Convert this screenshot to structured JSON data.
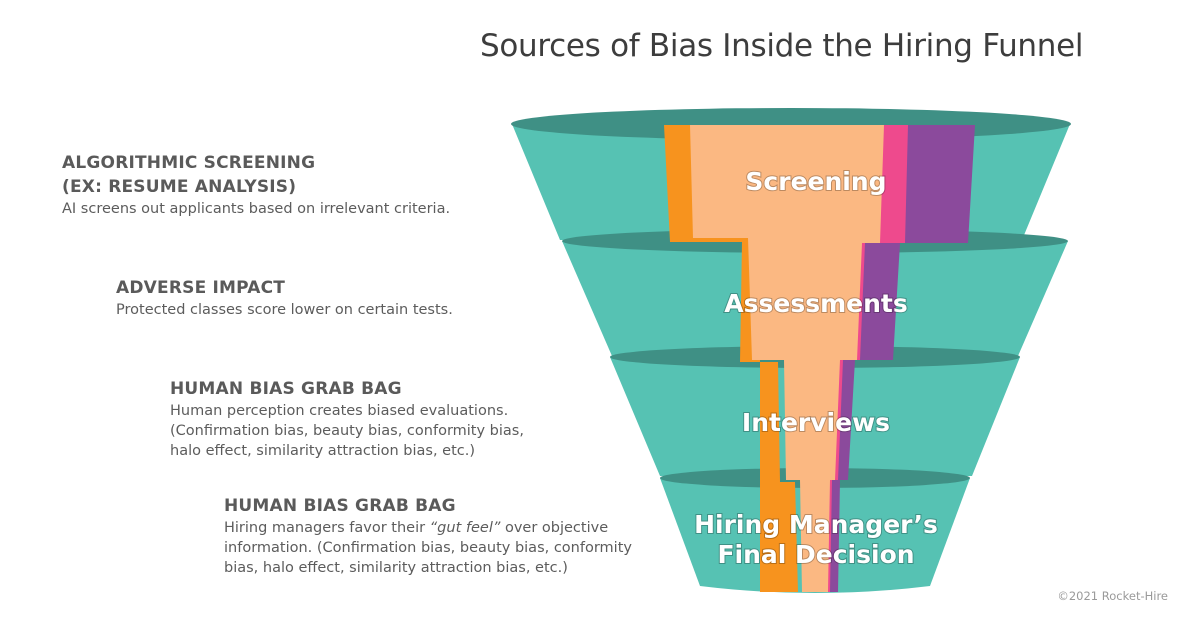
{
  "title": "Sources of Bias Inside the Hiring Funnel",
  "stages": [
    {
      "label": "Screening"
    },
    {
      "label": "Assessments"
    },
    {
      "label": "Interviews"
    },
    {
      "label_line1": "Hiring Manager’s",
      "label_line2": "Final Decision"
    }
  ],
  "annotations": [
    {
      "heading_line1": "ALGORITHMIC SCREENING",
      "heading_line2": "(EX: RESUME ANALYSIS)",
      "body": "AI screens out applicants based on irrelevant criteria."
    },
    {
      "heading": "ADVERSE IMPACT",
      "body": "Protected classes score lower on certain tests."
    },
    {
      "heading": "HUMAN BIAS GRAB BAG",
      "body_line1": "Human perception creates biased evaluations.",
      "body_line2": "(Confirmation bias, beauty bias, conformity bias,",
      "body_line3": "halo effect, similarity attraction bias, etc.)"
    },
    {
      "heading": "HUMAN BIAS GRAB BAG",
      "body_line1_pre": "Hiring managers favor their ",
      "body_line1_em": "“gut feel”",
      "body_line1_post": " over objective",
      "body_line2": "information. (Confirmation bias, beauty bias, conformity",
      "body_line3": "bias, halo effect, similarity attraction bias, etc.)"
    }
  ],
  "copyright": "©2021 Rocket-Hire",
  "colors": {
    "teal": "#56c2b3",
    "teal_dark": "#3f9085",
    "peach": "#fbb882",
    "orange": "#f7931e",
    "pink": "#ee4a8d",
    "purple": "#8b4a9c",
    "text": "#555555"
  }
}
